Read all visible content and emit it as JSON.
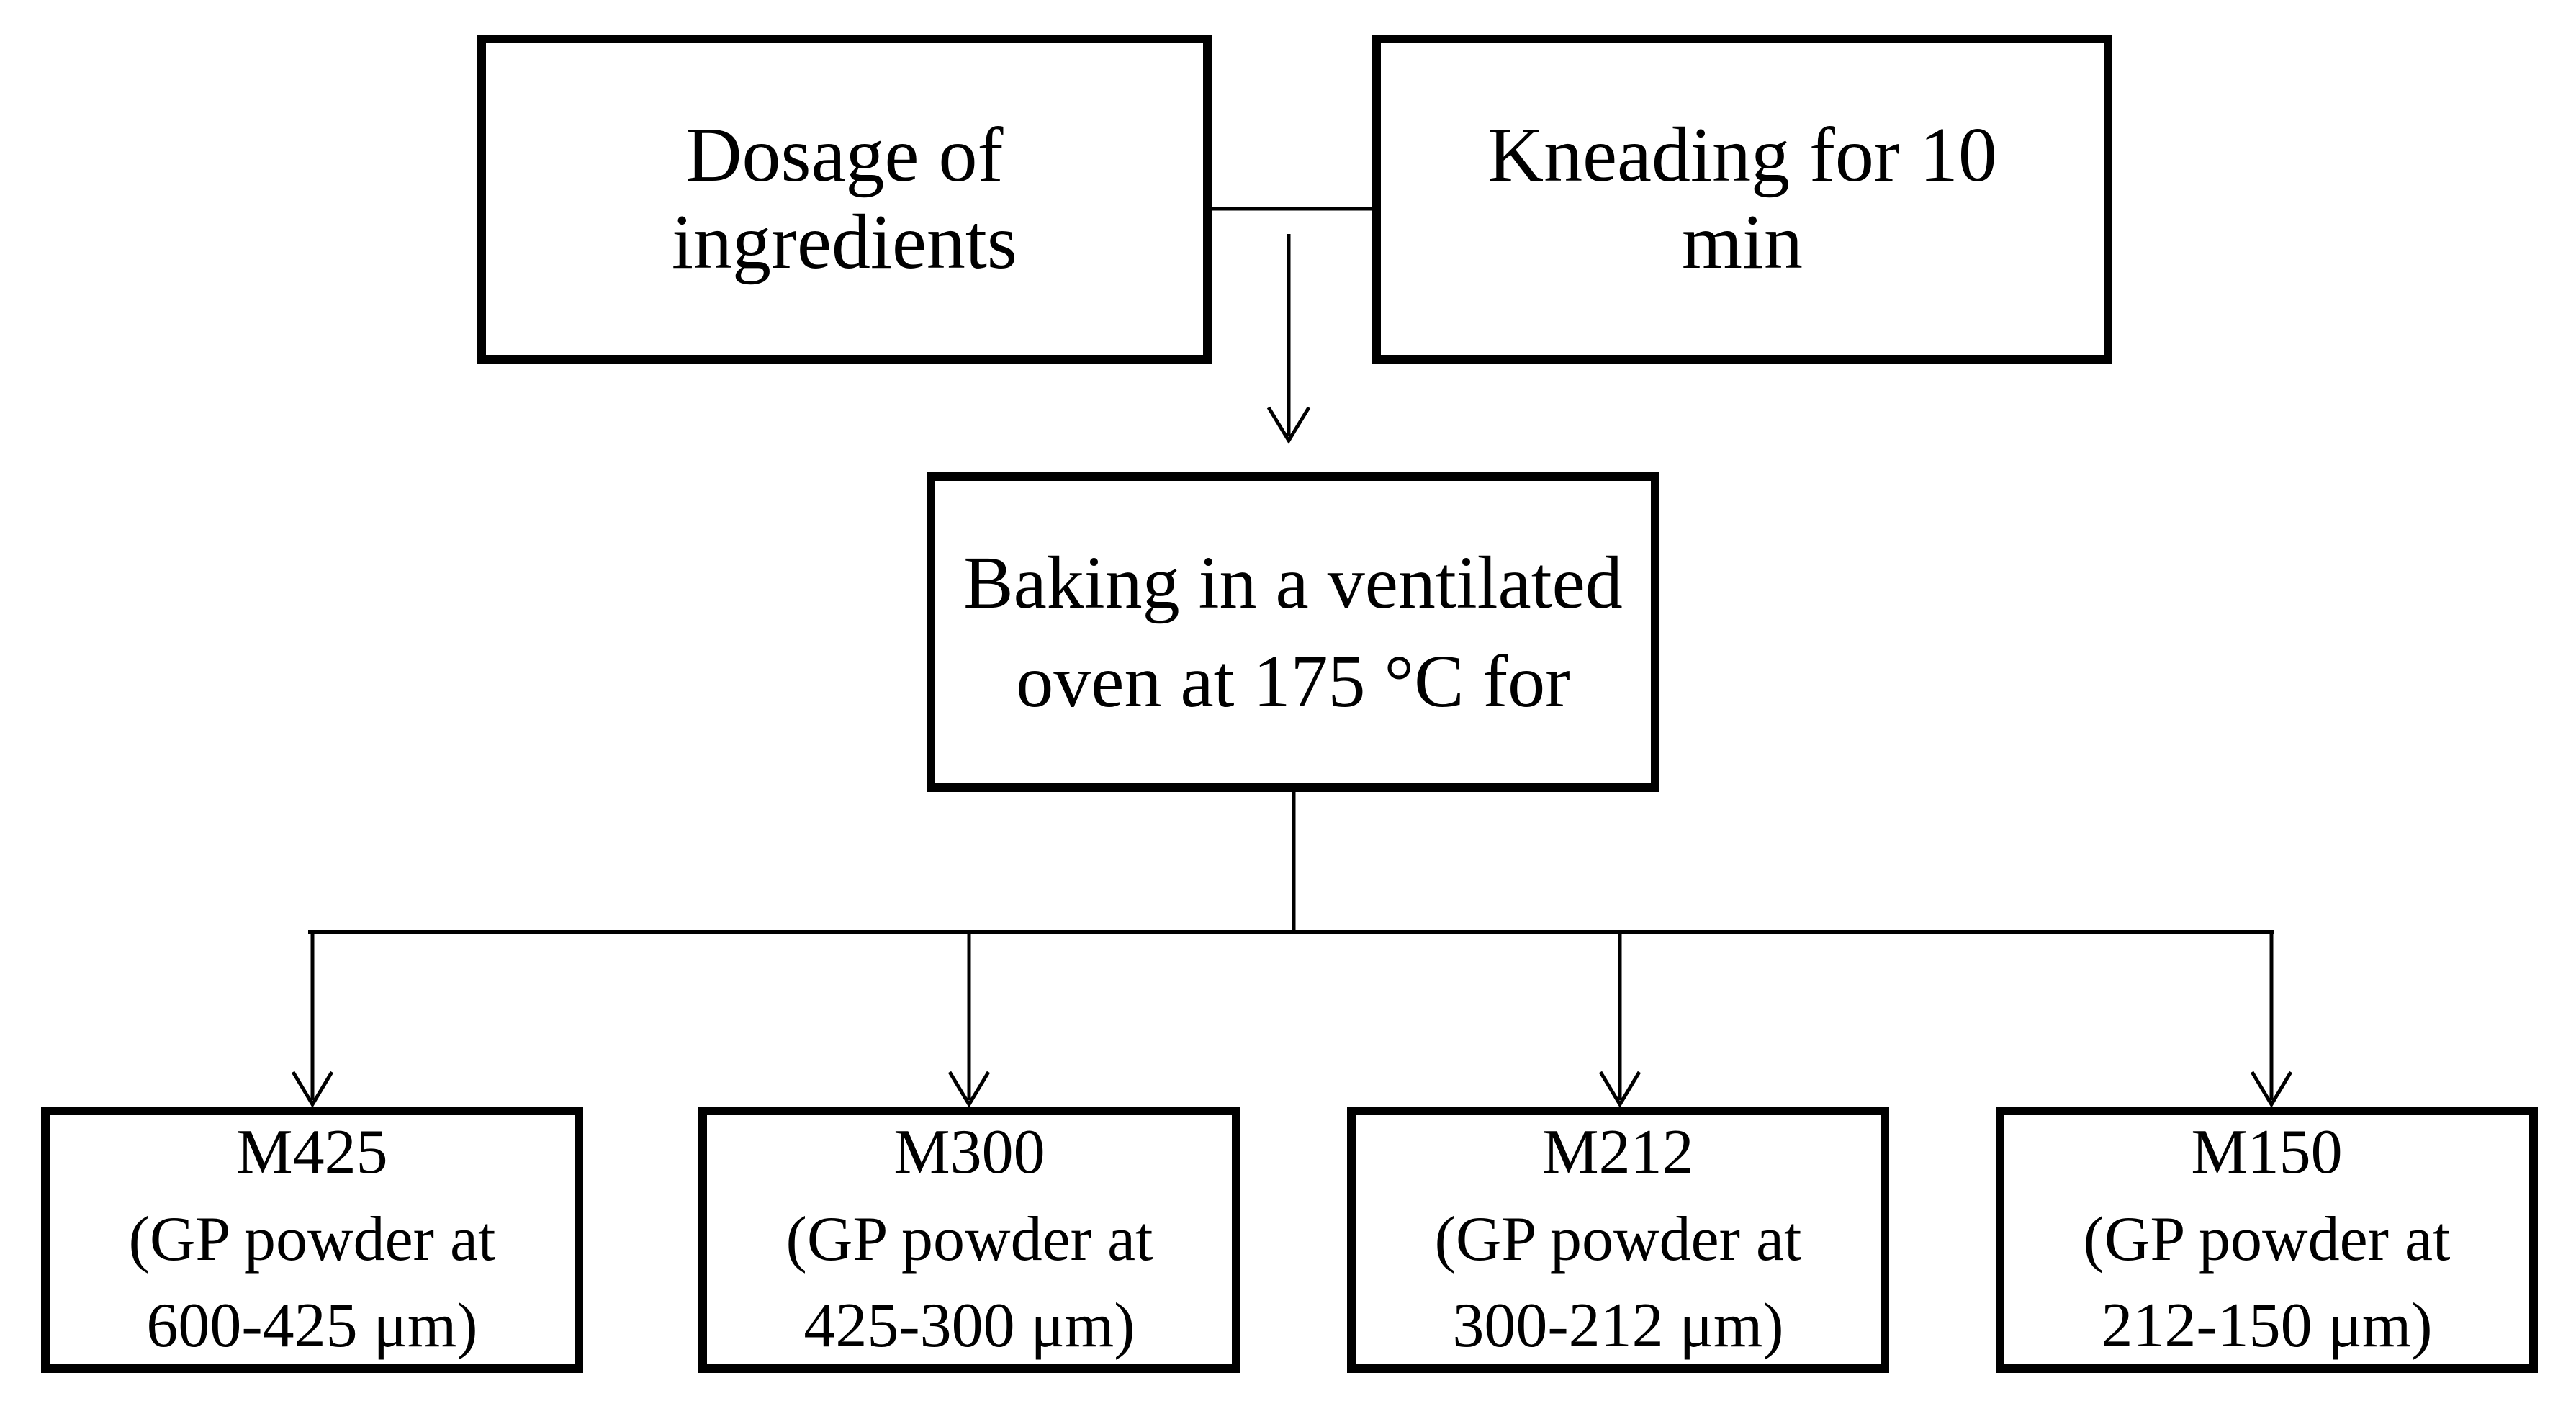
{
  "diagram": {
    "background_color": "#ffffff",
    "line_color": "#000000",
    "nodes": [
      {
        "id": "dosage",
        "lines": [
          "Dosage of",
          "ingredients"
        ]
      },
      {
        "id": "kneading",
        "lines": [
          "Kneading for 10",
          "min"
        ]
      },
      {
        "id": "baking",
        "lines": [
          "Baking in a ventilated",
          "oven at 175 °C for"
        ]
      },
      {
        "id": "m425",
        "lines": [
          "M425",
          "(GP powder at",
          "600-425 μm)"
        ]
      },
      {
        "id": "m300",
        "lines": [
          "M300",
          "(GP powder at",
          "425-300 μm)"
        ]
      },
      {
        "id": "m212",
        "lines": [
          "M212",
          "(GP powder at",
          "300-212 μm)"
        ]
      },
      {
        "id": "m150",
        "lines": [
          "M150",
          "(GP powder at",
          "212-150 μm)"
        ]
      }
    ]
  }
}
